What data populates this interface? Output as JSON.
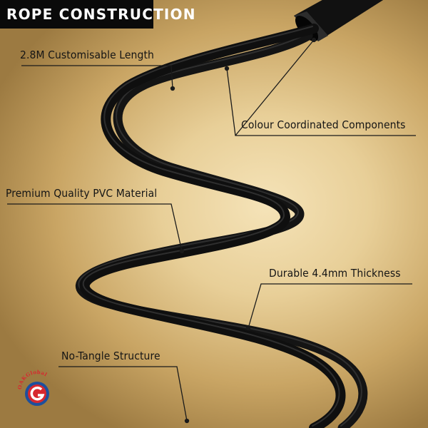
{
  "header": {
    "title": "ROPE CONSTRUCTION"
  },
  "features": [
    {
      "text": "2.8M Customisable Length"
    },
    {
      "text": "Colour Coordinated Components"
    },
    {
      "text": "Premium Quality PVC Material"
    },
    {
      "text": "Durable 4.4mm Thickness"
    },
    {
      "text": "No-Tangle Structure"
    }
  ],
  "brand": {
    "logo_text": "OAKGlobal",
    "logo_letter": "G"
  },
  "colors": {
    "rope": "#1a1a1a",
    "title_bg": "#0a0a0a",
    "title_text": "#ffffff",
    "logo_red": "#d7282f",
    "logo_blue": "#1d4f9c"
  }
}
